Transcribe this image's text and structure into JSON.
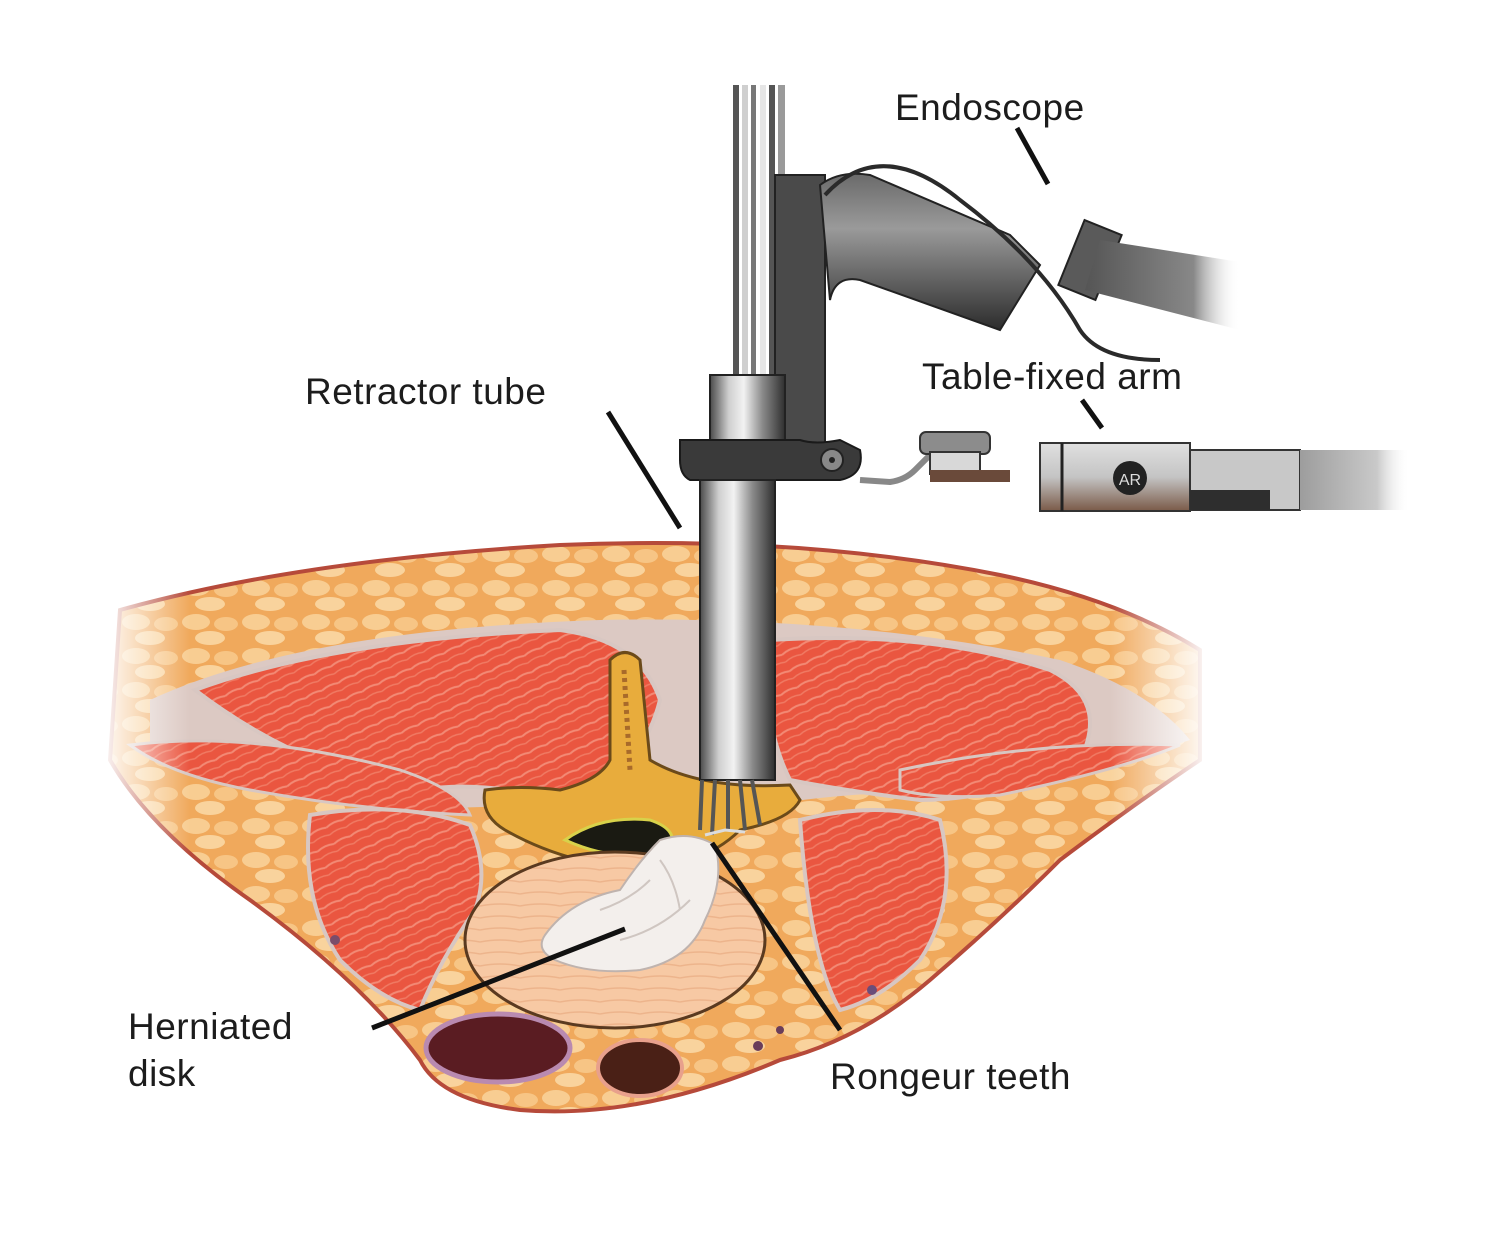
{
  "figure": {
    "subject": "Minimally invasive microendoscopic discectomy (cross-section of lumbar spine)",
    "colors": {
      "background": "#ffffff",
      "fat": "#f3b56c",
      "fat_light": "#f8cf95",
      "muscle": "#e9553e",
      "fascia": "#d8c8c2",
      "bone": "#e8ac3c",
      "disk": "#f6c8a4",
      "herniation": "#f4f1ee",
      "instrument_dark": "#3a3a3a",
      "instrument_light": "#b9b9b9",
      "vessel_dark": "#5a1c1e",
      "leader_line": "#111111"
    }
  },
  "labels": {
    "endoscope": "Endoscope",
    "table_fixed_arm": "Table-fixed arm",
    "retractor_tube": "Retractor tube",
    "herniated_disk_line1": "Herniated",
    "herniated_disk_line2": "disk",
    "rongeur_teeth": "Rongeur teeth"
  }
}
